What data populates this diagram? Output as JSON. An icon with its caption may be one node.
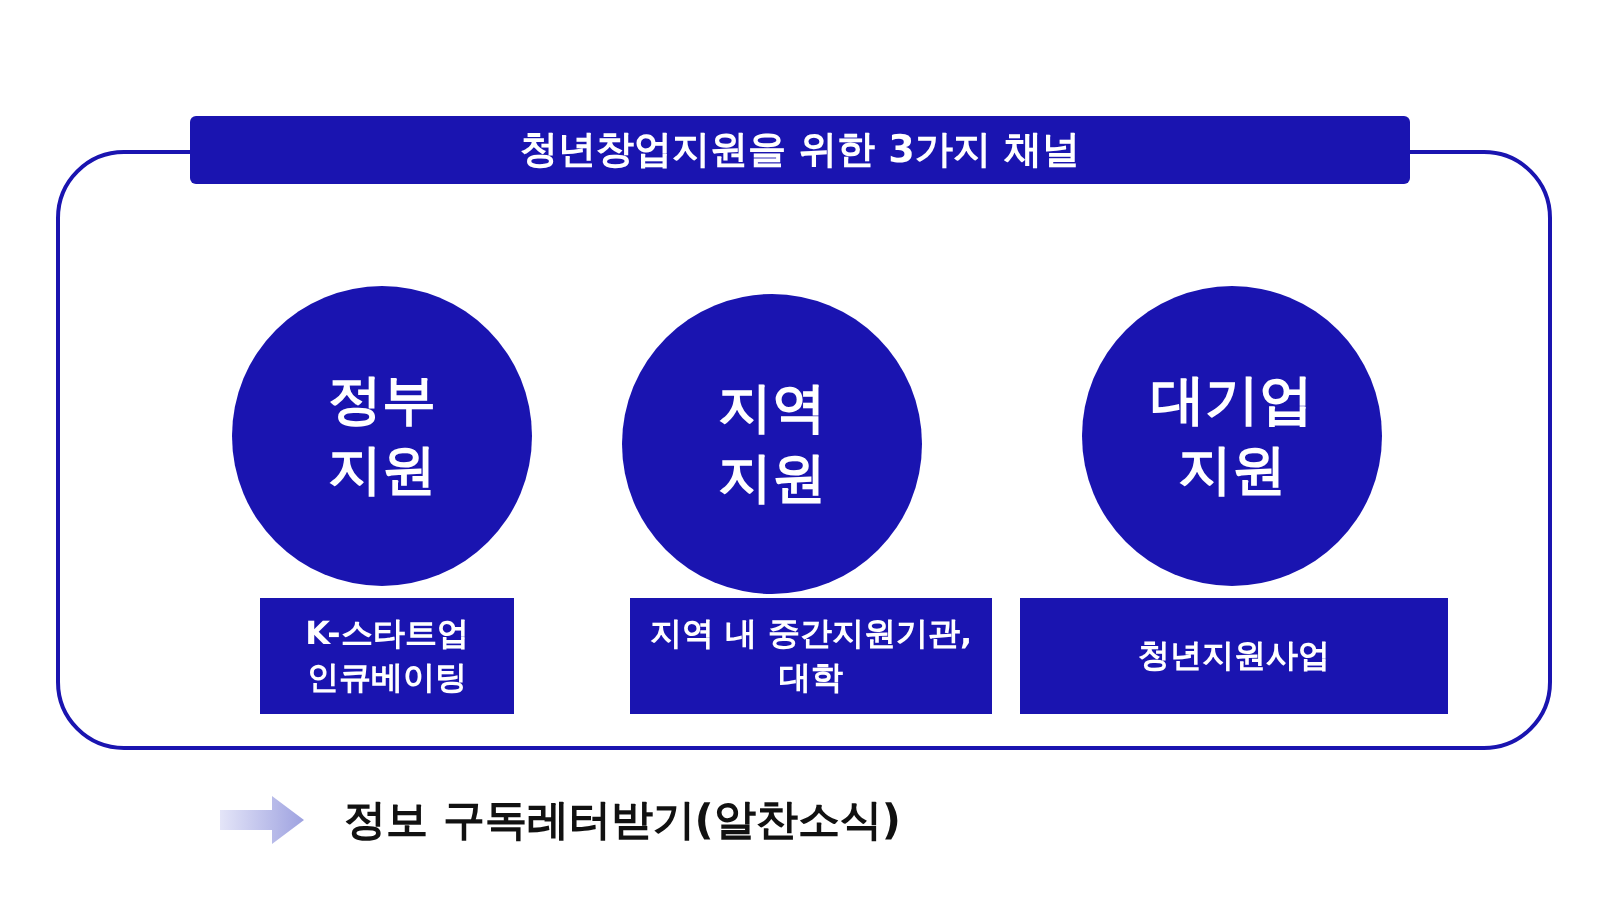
{
  "diagram": {
    "nodes": [
      {
        "text": [
          "청년창업지원을 위한 3가지 채널"
        ]
      },
      {
        "text": [
          "정부 지원"
        ],
        "in": 0
      },
      {
        "text": [
          "K-스타트업 인큐베이팅"
        ],
        "in": 0
      },
      {
        "text": [
          "지역 지원"
        ],
        "in": 0
      },
      {
        "text": [
          "지역 내 중간지원기관, 대학"
        ],
        "in": 0
      },
      {
        "text": [
          "대기업 지원"
        ],
        "in": 0
      },
      {
        "text": [
          "청년지원사업"
        ],
        "in": 0
      }
    ],
    "edges": [],
    "labels": [
      "정보 구독레터받기(알찬소식)"
    ]
  }
}
